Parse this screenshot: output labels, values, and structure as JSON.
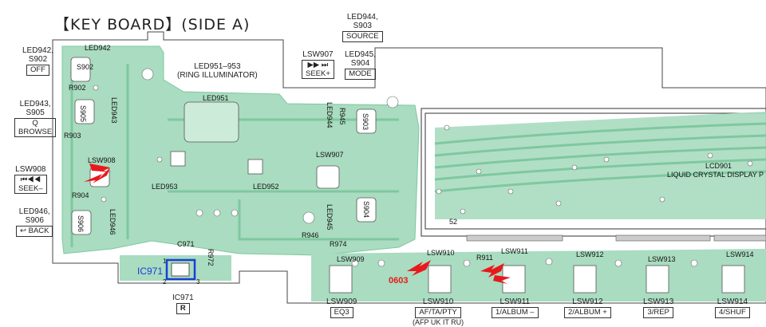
{
  "title": "【KEY BOARD】(SIDE A)",
  "colors": {
    "board": "#a9dcc0",
    "trace": "#7fc89f",
    "pad": "#ffffff",
    "highlight": "#1a3fd6",
    "marker": "#e8191c"
  },
  "callouts": {
    "led942": {
      "ref": "LED942,",
      "sw": "S902",
      "key": "OFF"
    },
    "led943": {
      "ref": "LED943,",
      "sw": "S905",
      "key": "BROWSE",
      "icon": "Q"
    },
    "lsw908": {
      "ref": "LSW908",
      "key": "SEEK–",
      "icon": "⏮◀◀"
    },
    "led946": {
      "ref": "LED946,",
      "sw": "S906",
      "key": "BACK",
      "icon": "↩"
    },
    "lsw907": {
      "ref": "LSW907",
      "key": "SEEK+",
      "icon": "▶▶ ⏭"
    },
    "led944": {
      "ref": "LED944,",
      "sw": "S903",
      "key": "SOURCE"
    },
    "led945": {
      "ref": "LED945,",
      "sw": "S904",
      "key": "MODE"
    },
    "ic971": {
      "ref": "IC971",
      "key": "R"
    },
    "lsw909": {
      "ref": "LSW909",
      "key": "EQ3"
    },
    "lsw910": {
      "ref": "LSW910",
      "key": "AF/TA/PTY",
      "sub": "(AFP UK IT RU)"
    },
    "lsw911": {
      "ref": "LSW911",
      "key": "1/ALBUM –"
    },
    "lsw912": {
      "ref": "LSW912",
      "key": "2/ALBUM +"
    },
    "lsw913": {
      "ref": "LSW913",
      "key": "3/REP"
    },
    "lsw914": {
      "ref": "LSW914",
      "key": "4/SHUF"
    },
    "led951": {
      "ref": "LED951–953",
      "sub": "(RING ILLUMINATOR)"
    }
  },
  "board_labels": {
    "s902": "S902",
    "led942": "LED942",
    "r902": "R902",
    "s905": "S905",
    "led943": "LED943",
    "r903": "R903",
    "lsw908": "LSW908",
    "r904": "R904",
    "s906": "S906",
    "led946": "LED946",
    "led951": "LED951",
    "led953": "LED953",
    "led952": "LED952",
    "led944": "LED944",
    "r945": "R945",
    "s903": "S903",
    "lsw907": "LSW907",
    "s904": "S904",
    "led945": "LED945",
    "r946": "R946",
    "r974": "R974",
    "c971": "C971",
    "r972": "R972",
    "ic971": "IC971",
    "lsw909": "LSW909",
    "lsw910": "LSW910",
    "r911": "R911",
    "lsw911": "LSW911",
    "lsw912": "LSW912",
    "lsw913": "LSW913",
    "lsw914": "LSW914",
    "lcd901": "LCD901",
    "lcd_desc": "LIQUID CRYSTAL DISPLAY P",
    "pin52": "52",
    "pin1": "1",
    "pin2": "2",
    "pin3": "3",
    "size0603": "0603"
  }
}
